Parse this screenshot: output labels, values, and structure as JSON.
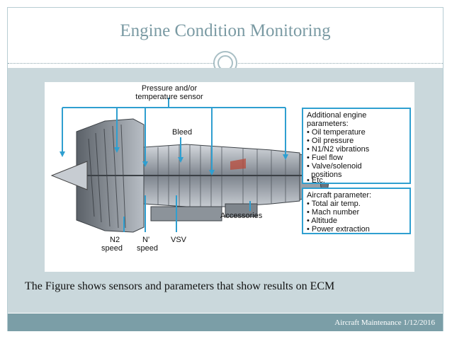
{
  "slide": {
    "title": "Engine Condition Monitoring",
    "caption": "The Figure shows sensors and parameters that show results on ECM",
    "footer": "Aircraft Maintenance 1/12/2016"
  },
  "figure": {
    "top_label_line1": "Pressure and/or",
    "top_label_line2": "temperature sensor",
    "bleed_label": "Bleed",
    "accessories_label": "Accessories",
    "n2_label_line1": "N2",
    "n2_label_line2": "speed",
    "n1_label_line1": "N'",
    "n1_label_line2": "speed",
    "vsv_label": "VSV",
    "engine_box": {
      "title_line1": "Additional engine",
      "title_line2": "parameters:",
      "items": [
        "• Oil temperature",
        "• Oil pressure",
        "• N1/N2 vibrations",
        "• Fuel flow",
        "• Valve/solenoid",
        "  positions",
        "• Etc."
      ]
    },
    "aircraft_box": {
      "title": "Aircraft parameter:",
      "items": [
        "• Total air temp.",
        "• Mach number",
        "• Altitude",
        "• Power extraction"
      ]
    },
    "colors": {
      "line": "#2f9fd0",
      "box_border": "#2f9fd0",
      "engine_metal": "#8a9098"
    }
  }
}
